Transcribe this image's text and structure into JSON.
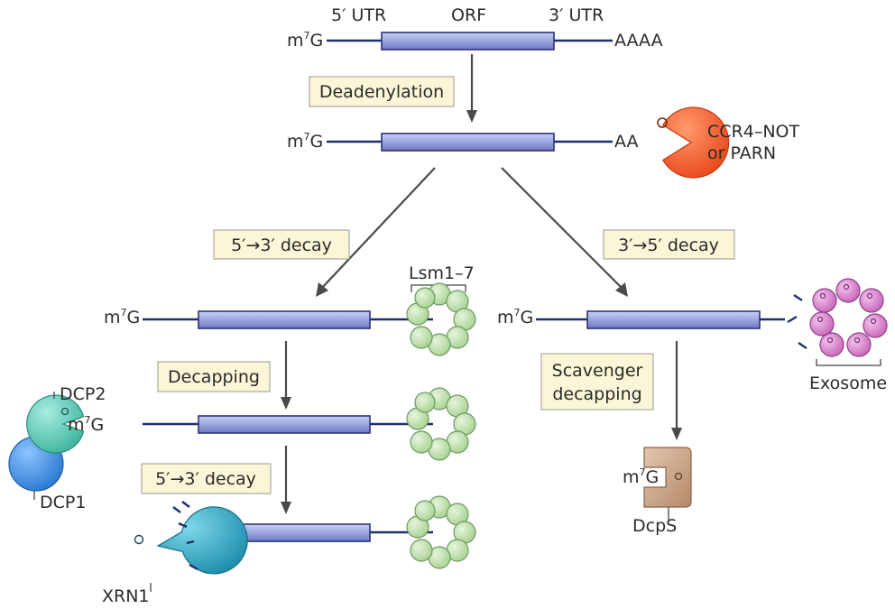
{
  "mrna": {
    "cap": "m7G",
    "cap_base": "m",
    "cap_sup": "7",
    "cap_tail": "G",
    "utr5": "5′ UTR",
    "orf": "ORF",
    "utr3": "3′ UTR",
    "tail_long": "AAAA",
    "tail_short": "AA"
  },
  "steps": {
    "deadenylation": "Deadenylation",
    "decay_5to3": "5′→3′ decay",
    "decay_3to5": "3′→5′ decay",
    "decapping": "Decapping",
    "decay_5to3_second": "5′→3′ decay",
    "scavenger_line1": "Scavenger",
    "scavenger_line2": "decapping"
  },
  "proteins": {
    "ccr4_line1": "CCR4–NOT",
    "ccr4_line2": "or PARN",
    "lsm": "Lsm1–7",
    "exosome": "Exosome",
    "dcp2": "DCP2",
    "dcp1": "DCP1",
    "xrn1": "XRN1",
    "dcps": "DcpS"
  },
  "colors": {
    "orf_fill": "#9aa6e0",
    "mrna_line": "#1d2f6e",
    "ccr4": "#f05a2a",
    "lsm": "#b9dca6",
    "exosome": "#d77ac8",
    "dcp2": "#5fc9b4",
    "dcp1": "#3f8fe0",
    "xrn1": "#2aa8c4",
    "dcps": "#c8a58a",
    "step_box": "#fbf6d8"
  }
}
